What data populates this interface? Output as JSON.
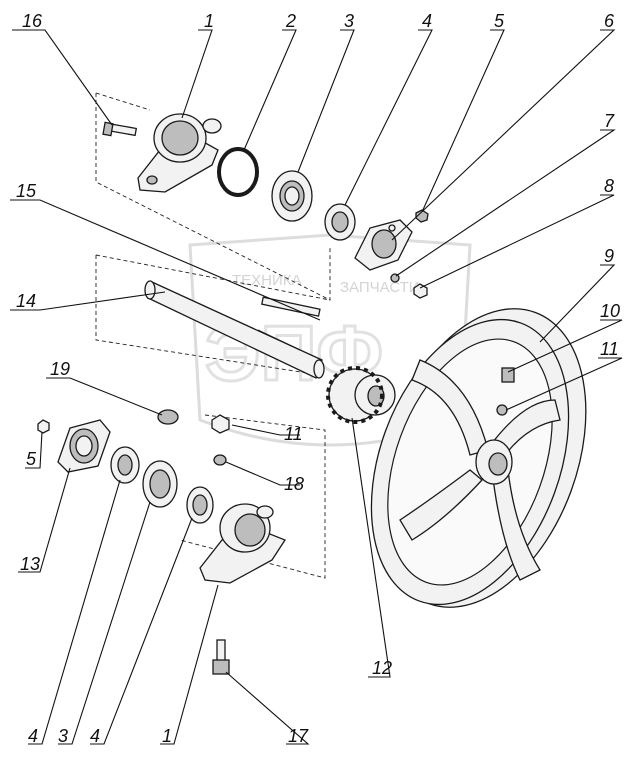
{
  "callouts": [
    {
      "id": "c16",
      "text": "16"
    },
    {
      "id": "c1a",
      "text": "1"
    },
    {
      "id": "c2",
      "text": "2"
    },
    {
      "id": "c3a",
      "text": "3"
    },
    {
      "id": "c4a",
      "text": "4"
    },
    {
      "id": "c5a",
      "text": "5"
    },
    {
      "id": "c6",
      "text": "6"
    },
    {
      "id": "c7",
      "text": "7"
    },
    {
      "id": "c8",
      "text": "8"
    },
    {
      "id": "c9",
      "text": "9"
    },
    {
      "id": "c10",
      "text": "10"
    },
    {
      "id": "c11a",
      "text": "11"
    },
    {
      "id": "c15",
      "text": "15"
    },
    {
      "id": "c14",
      "text": "14"
    },
    {
      "id": "c19",
      "text": "19"
    },
    {
      "id": "c11b",
      "text": "11"
    },
    {
      "id": "c5b",
      "text": "5"
    },
    {
      "id": "c18",
      "text": "18"
    },
    {
      "id": "c13",
      "text": "13"
    },
    {
      "id": "c12",
      "text": "12"
    },
    {
      "id": "c4b",
      "text": "4"
    },
    {
      "id": "c3b",
      "text": "3"
    },
    {
      "id": "c4c",
      "text": "4"
    },
    {
      "id": "c1b",
      "text": "1"
    },
    {
      "id": "c17",
      "text": "17"
    }
  ],
  "watermark": {
    "line1": "ТЕХНИКА",
    "line2": "ЗАПЧАСТИ",
    "logo": "ЭПФ"
  }
}
